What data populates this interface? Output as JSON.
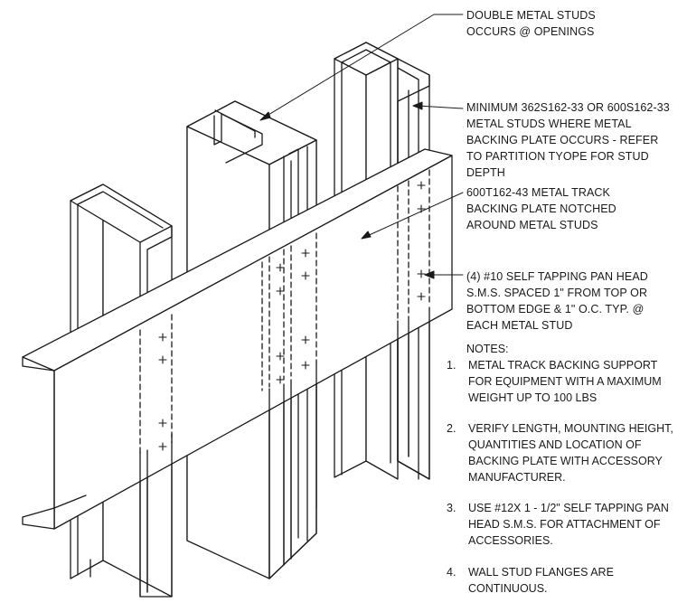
{
  "callouts": {
    "double_studs": "DOUBLE METAL STUDS\nOCCURS @ OPENINGS",
    "min_studs": "MINIMUM 362S162-33 OR 600S162-33\nMETAL STUDS WHERE METAL\nBACKING PLATE OCCURS - REFER\nTO PARTITION TYOPE FOR STUD\nDEPTH",
    "track": "600T162-43 METAL TRACK\nBACKING PLATE NOTCHED\nAROUND METAL STUDS",
    "screws": "(4) #10 SELF TAPPING PAN HEAD\nS.M.S. SPACED 1\" FROM TOP OR\nBOTTOM EDGE & 1\" O.C. TYP. @\nEACH METAL STUD"
  },
  "notes": {
    "title": "NOTES:",
    "items": [
      {
        "num": "1.",
        "text": "METAL TRACK BACKING SUPPORT\nFOR EQUIPMENT WITH A MAXIMUM\nWEIGHT UP TO 100 LBS"
      },
      {
        "num": "2.",
        "text": "VERIFY LENGTH, MOUNTING HEIGHT,\nQUANTITIES AND LOCATION OF\nBACKING PLATE WITH ACCESSORY\nMANUFACTURER."
      },
      {
        "num": "3.",
        "text": "USE #12X 1 - 1/2\" SELF TAPPING PAN\nHEAD S.M.S. FOR ATTACHMENT OF\nACCESSORIES."
      },
      {
        "num": "4.",
        "text": "WALL STUD FLANGES ARE\nCONTINUOUS."
      }
    ]
  }
}
